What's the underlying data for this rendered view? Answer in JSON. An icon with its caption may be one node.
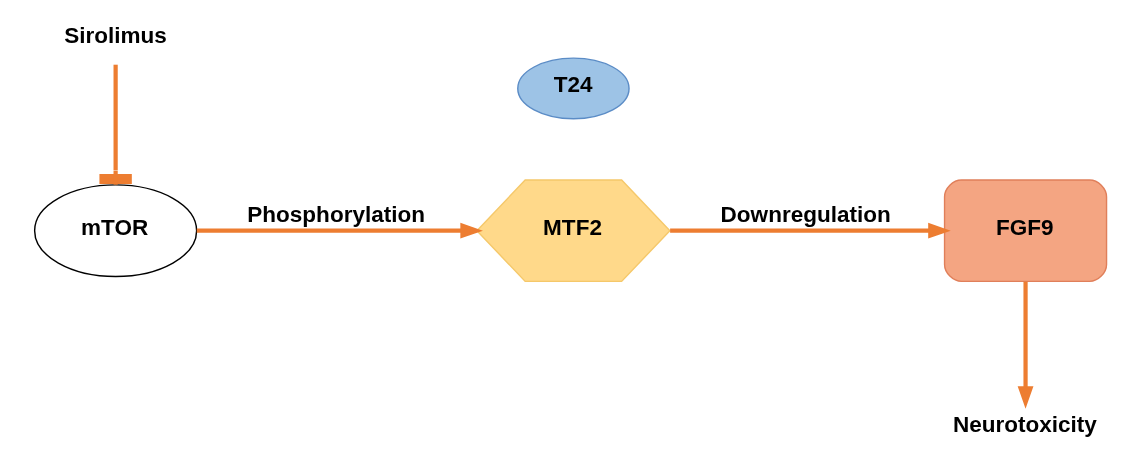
{
  "diagram": {
    "nodes": [
      {
        "text": [
          "mTOR"
        ]
      },
      {
        "text": [
          "T24"
        ]
      },
      {
        "text": [
          "MTF2"
        ]
      },
      {
        "text": [
          "FGF9"
        ]
      },
      {
        "text": [
          "Neurotoxicity"
        ]
      },
      {
        "text": [
          "Sirolimus"
        ]
      }
    ],
    "edges": [
      {
        "from": 0,
        "to": 2,
        "arrow": "to",
        "label": "Phosphorylation"
      },
      {
        "from": 2,
        "to": 3,
        "arrow": "to",
        "label": "Downregulation"
      },
      {
        "from": 3,
        "to": 4,
        "arrow": "to"
      },
      {
        "from": 5,
        "to": 0,
        "arrow": "other"
      }
    ]
  }
}
